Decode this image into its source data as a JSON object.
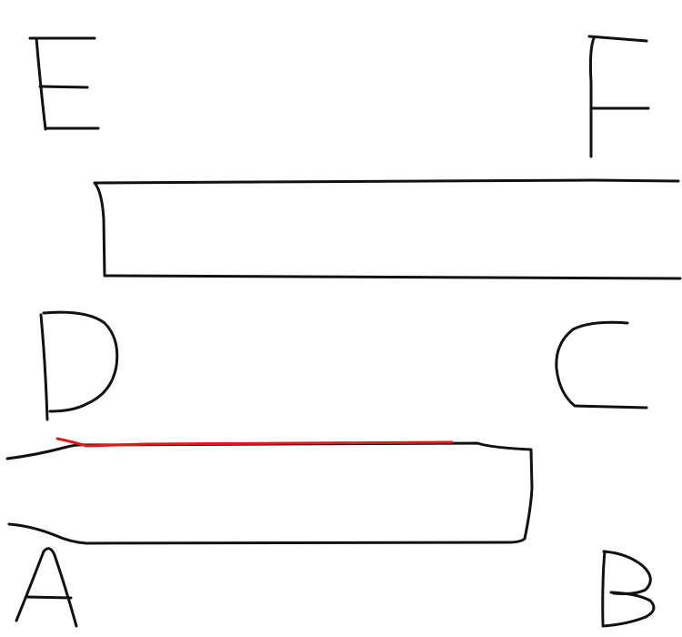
{
  "labels": {
    "a": "A",
    "b": "B",
    "c": "C",
    "d": "D",
    "e": "E",
    "f": "F"
  },
  "colors": {
    "ink": "#111111",
    "highlight": "#e0191b",
    "background": "#ffffff"
  }
}
